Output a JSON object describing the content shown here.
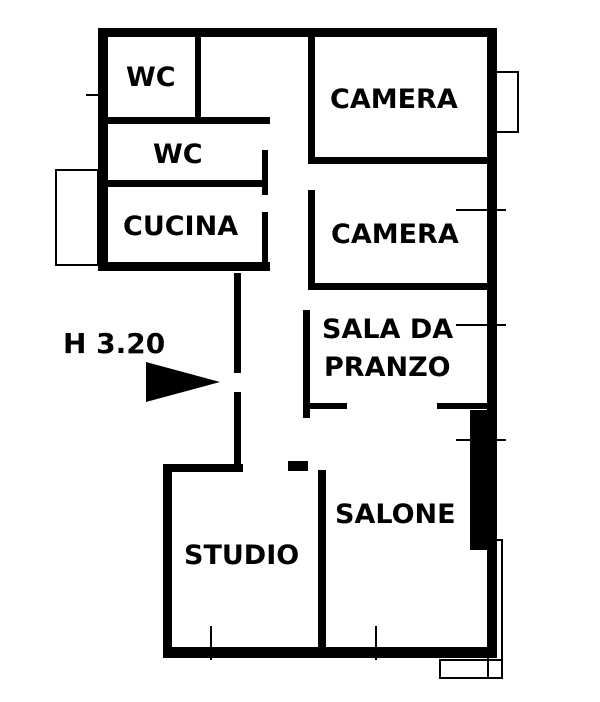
{
  "plan": {
    "ceiling_height": "H 3.20",
    "rooms": {
      "wc_1": "WC",
      "wc_2": "WC",
      "cucina": "CUCINA",
      "camera_1": "CAMERA",
      "camera_2": "CAMERA",
      "sala_line1": "SALA DA",
      "sala_line2": "PRANZO",
      "salone": "SALONE",
      "studio": "STUDIO"
    },
    "colors": {
      "wall": "#000000",
      "background": "#ffffff"
    }
  }
}
